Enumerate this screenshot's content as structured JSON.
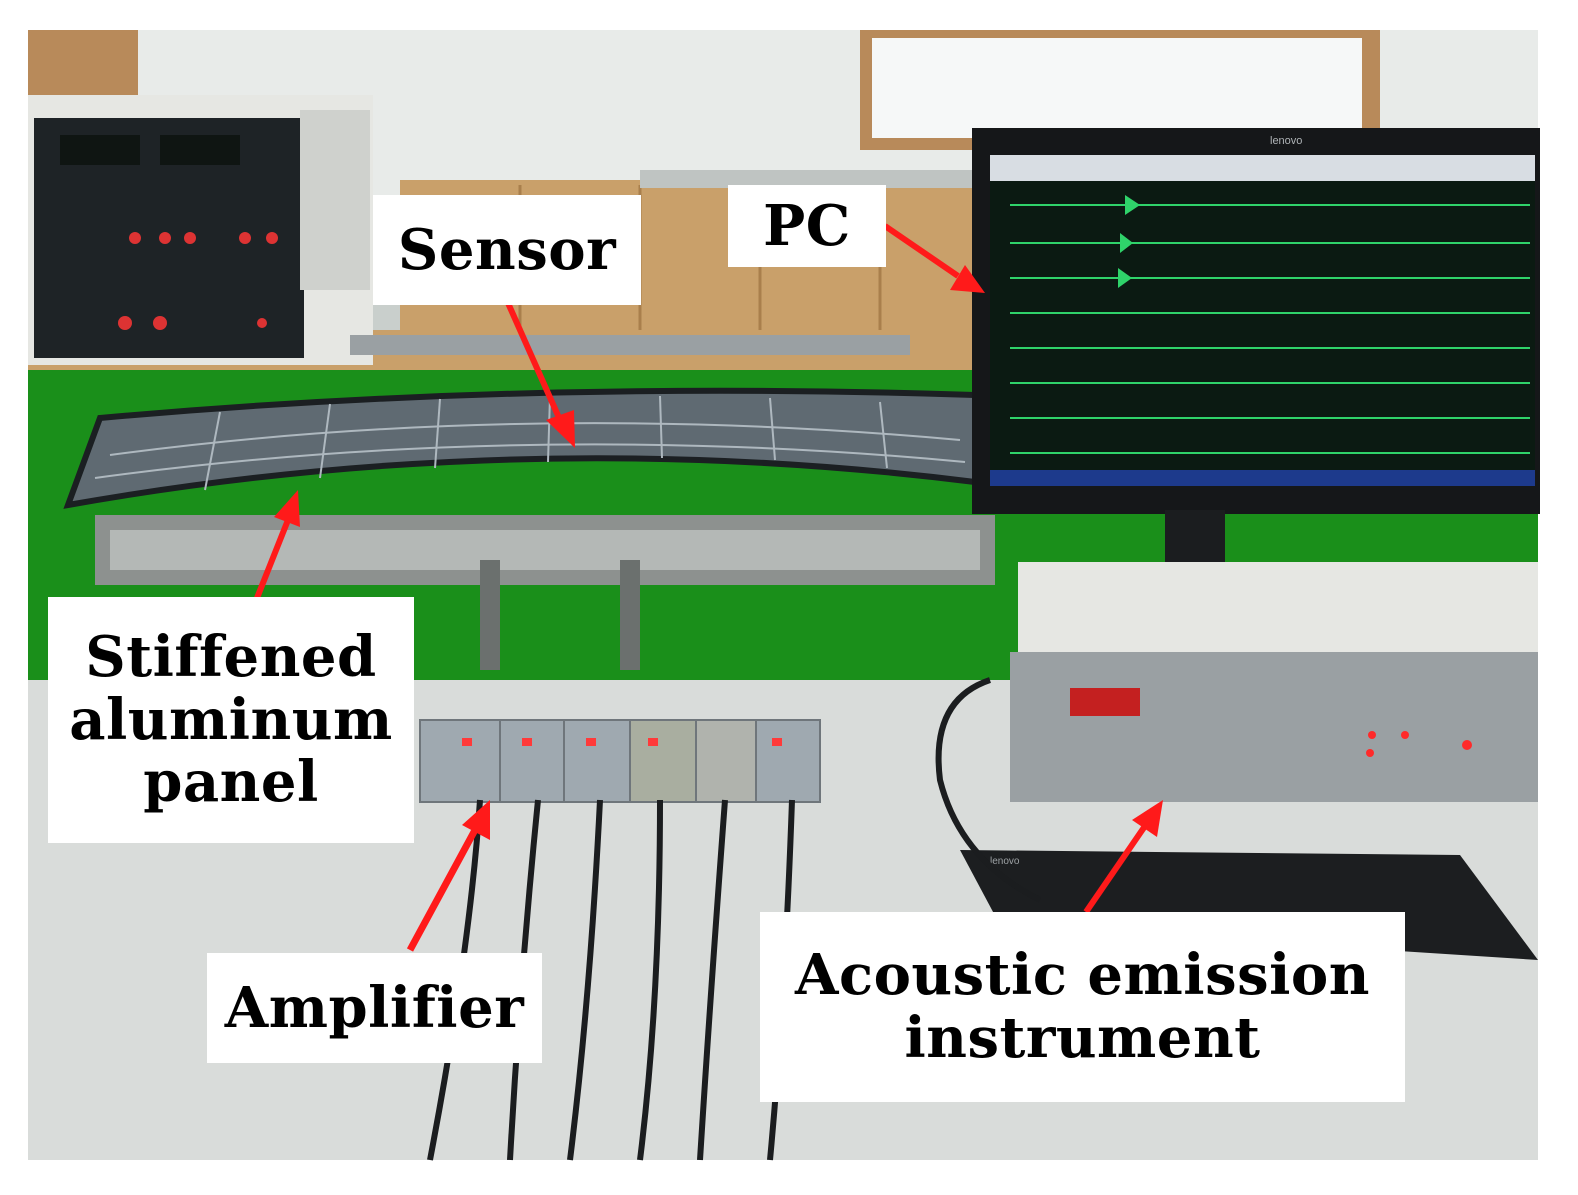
{
  "labels": {
    "sensor": "Sensor",
    "pc": "PC",
    "panel_line1": "Stiffened",
    "panel_line2": "aluminum",
    "panel_line3": "panel",
    "amplifier": "Amplifier",
    "ae_line1": "Acoustic emission",
    "ae_line2": "instrument",
    "monitor_brand": "lenovo",
    "keyboard_brand": "lenovo"
  },
  "colors": {
    "arrow": "#ff1a1a",
    "label_bg": "#ffffff",
    "floor_green": "#1a8f1a",
    "screen": "#0b1a12",
    "trace": "#2fd36a",
    "cabinet": "#9aa0a3",
    "table": "#d9dcda"
  },
  "icons": [
    "arrow-icon"
  ]
}
